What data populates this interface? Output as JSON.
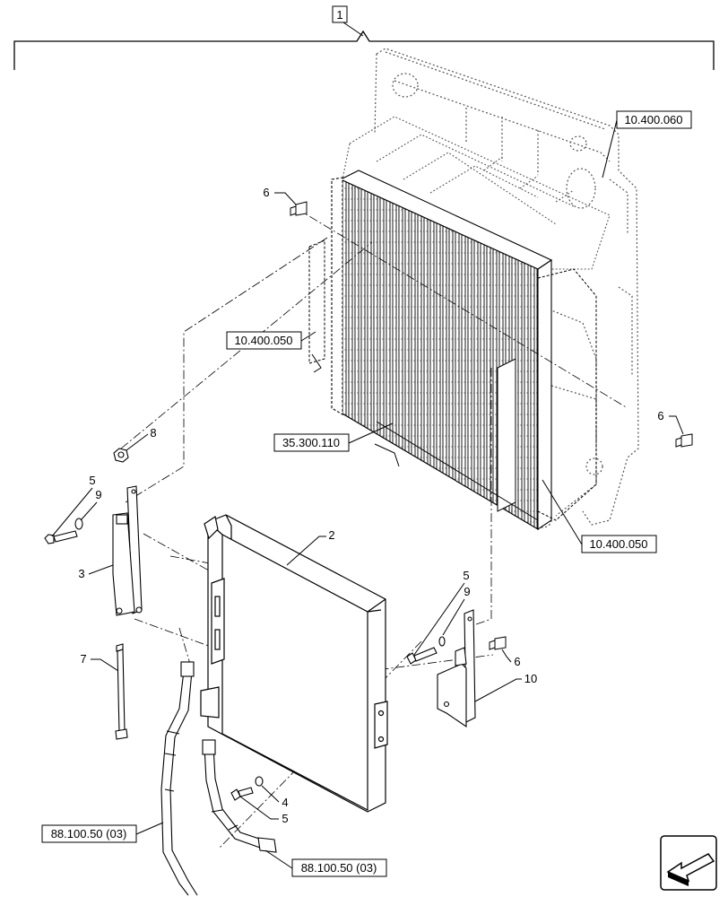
{
  "assembly_item": "1",
  "refs": {
    "r_10400060": "10.400.060",
    "r_10400050_left": "10.400.050",
    "r_35300110": "35.300.110",
    "r_10400050_right": "10.400.050",
    "r_88100_left": "88.100.50 (03)",
    "r_88100_right": "88.100.50 (03)"
  },
  "callouts": {
    "c6_top": "6",
    "c6_right": "6",
    "c6_bracket": "6",
    "c8": "8",
    "c5_left": "5",
    "c9_left": "9",
    "c3": "3",
    "c2": "2",
    "c7": "7",
    "c5_right": "5",
    "c9_right": "9",
    "c10": "10",
    "c4": "4",
    "c5_bottom": "5"
  },
  "colors": {
    "line": "#000000",
    "phantom": "#555555",
    "background": "#ffffff"
  },
  "icons": {
    "navigation": "arrow-nav-icon"
  }
}
